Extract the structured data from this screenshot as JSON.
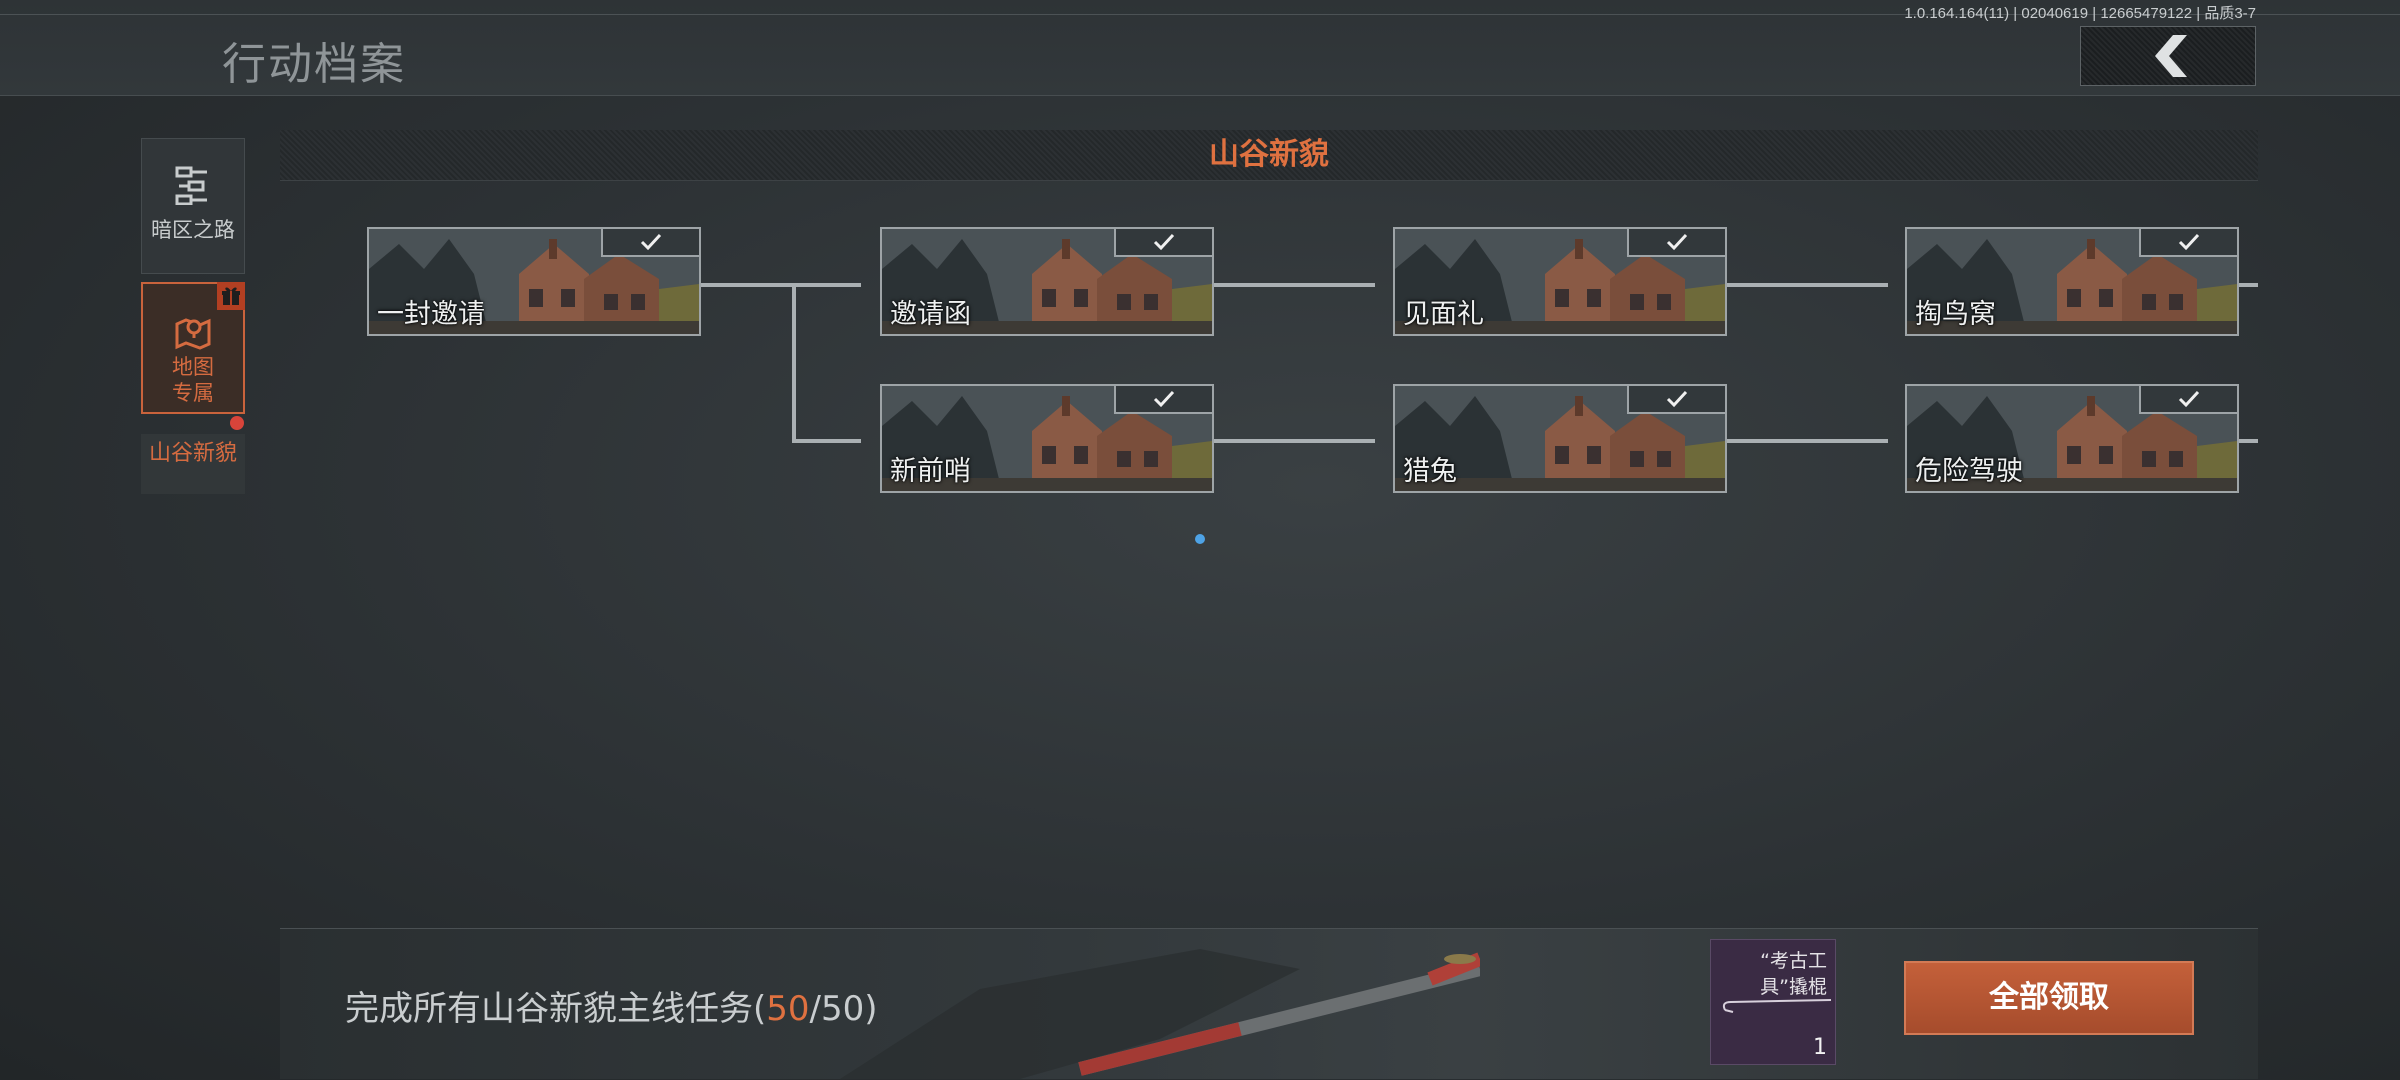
{
  "header": {
    "title": "行动档案",
    "build_info": "1.0.164.164(11) | 02040619 | 12665479122 | 品质3-7",
    "back_icon": "chevron-left-icon"
  },
  "sidebar": {
    "items": [
      {
        "label": "暗区之路",
        "icon": "route-icon"
      },
      {
        "label_line1": "地图",
        "label_line2": "专属",
        "icon": "map-pin-icon",
        "badge_icon": "gift-icon"
      }
    ],
    "current_label": "山谷新貌"
  },
  "panel": {
    "title": "山谷新貌",
    "nodes": [
      {
        "label": "一封邀请",
        "completed": true
      },
      {
        "label": "邀请函",
        "completed": true
      },
      {
        "label": "见面礼",
        "completed": true
      },
      {
        "label": "掏鸟窝",
        "completed": true
      },
      {
        "label": "新前哨",
        "completed": true
      },
      {
        "label": "猎兔",
        "completed": true
      },
      {
        "label": "危险驾驶",
        "completed": true
      }
    ]
  },
  "footer": {
    "prefix": "完成所有山谷新貌主线任务(",
    "done": "50",
    "sep": "/",
    "total": "50",
    "suffix": ")",
    "reward_name": "“考古工具”撬棍",
    "reward_qty": "1",
    "claim_label": "全部领取"
  },
  "colors": {
    "accent": "#df7140",
    "button": "#b4552f"
  }
}
